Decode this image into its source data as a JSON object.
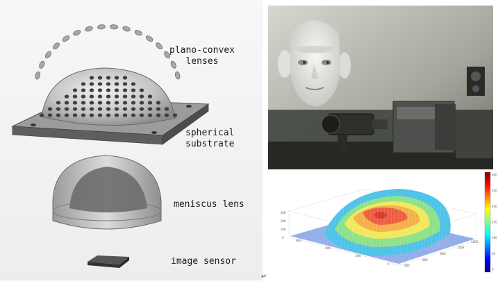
{
  "left": {
    "labels": {
      "plano_convex": "plano-convex\nlenses",
      "spherical_substrate": "spherical\nsubstrate",
      "meniscus": "meniscus lens",
      "image_sensor": "image sensor"
    }
  },
  "footer": {
    "return_mark": "↵"
  },
  "colorbar": {
    "ticks": [
      "300",
      "250",
      "200",
      "150",
      "100",
      "50",
      "0"
    ]
  },
  "plot_axes": {
    "z_ticks": [
      "300",
      "200",
      "100",
      "0"
    ],
    "x_ticks": [
      "600",
      "400",
      "200",
      "0"
    ],
    "y_ticks": [
      "400",
      "600",
      "800",
      "1000",
      "1200"
    ]
  },
  "colors": {
    "colormap": "jet",
    "bench_green": "#5b6b5a"
  }
}
